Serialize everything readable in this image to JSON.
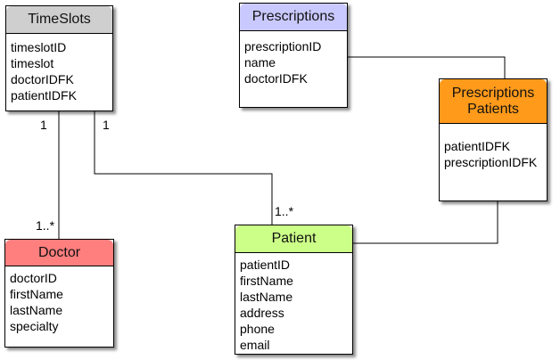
{
  "entities": {
    "timeslots": {
      "title": "TimeSlots",
      "fields": [
        "timeslotID",
        "timeslot",
        "doctorIDFK",
        "patientIDFK"
      ],
      "header_color": "#cfcfcf"
    },
    "prescriptions": {
      "title": "Prescriptions",
      "fields": [
        "prescriptionID",
        "name",
        "doctorIDFK"
      ],
      "header_color": "#c9c9ff"
    },
    "prescriptions_patients": {
      "title_line1": "Prescriptions",
      "title_line2": "Patients",
      "fields": [
        "patientIDFK",
        "prescriptionIDFK"
      ],
      "header_color": "#ff9a1a"
    },
    "doctor": {
      "title": "Doctor",
      "fields": [
        "doctorID",
        "firstName",
        "lastName",
        "specialty"
      ],
      "header_color": "#ff7e7e"
    },
    "patient": {
      "title": "Patient",
      "fields": [
        "patientID",
        "firstName",
        "lastName",
        "address",
        "phone",
        "email"
      ],
      "header_color": "#ccff88"
    }
  },
  "multiplicities": {
    "timeslots_doctor_top": "1",
    "timeslots_patient_top": "1",
    "doctor_side": "1..*",
    "patient_side": "1..*"
  }
}
